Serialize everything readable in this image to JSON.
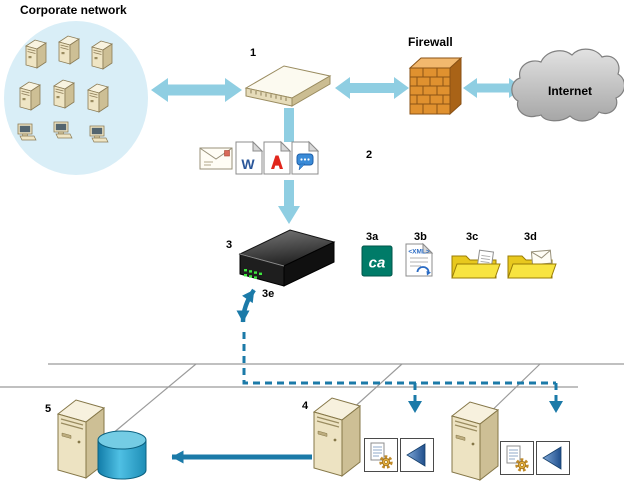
{
  "diagram": {
    "labels": {
      "corporate_network": "Corporate network",
      "firewall": "Firewall",
      "internet": "Internet",
      "switch": "1",
      "documents": "2",
      "appliance": "3",
      "ca": "3a",
      "xml": "3b",
      "folder_documents": "3c",
      "folder_mail": "3d",
      "appliance_ports": "3e",
      "server_4": "4",
      "server_5": "5"
    },
    "icon_text": {
      "ca_logo": "ca",
      "xml_tag": "<XML>",
      "word_initial": "W"
    },
    "colors": {
      "flow_arrow": "#8FCEE2",
      "data_arrow": "#1B7AA8",
      "corporate_cloud": "#D9EEF7",
      "firewall_brick": "#E0912F",
      "internet_cloud": "#C8C8C8",
      "folder": "#F8E440",
      "database": "#2F9FC8",
      "led_green": "#3EE83E"
    }
  }
}
